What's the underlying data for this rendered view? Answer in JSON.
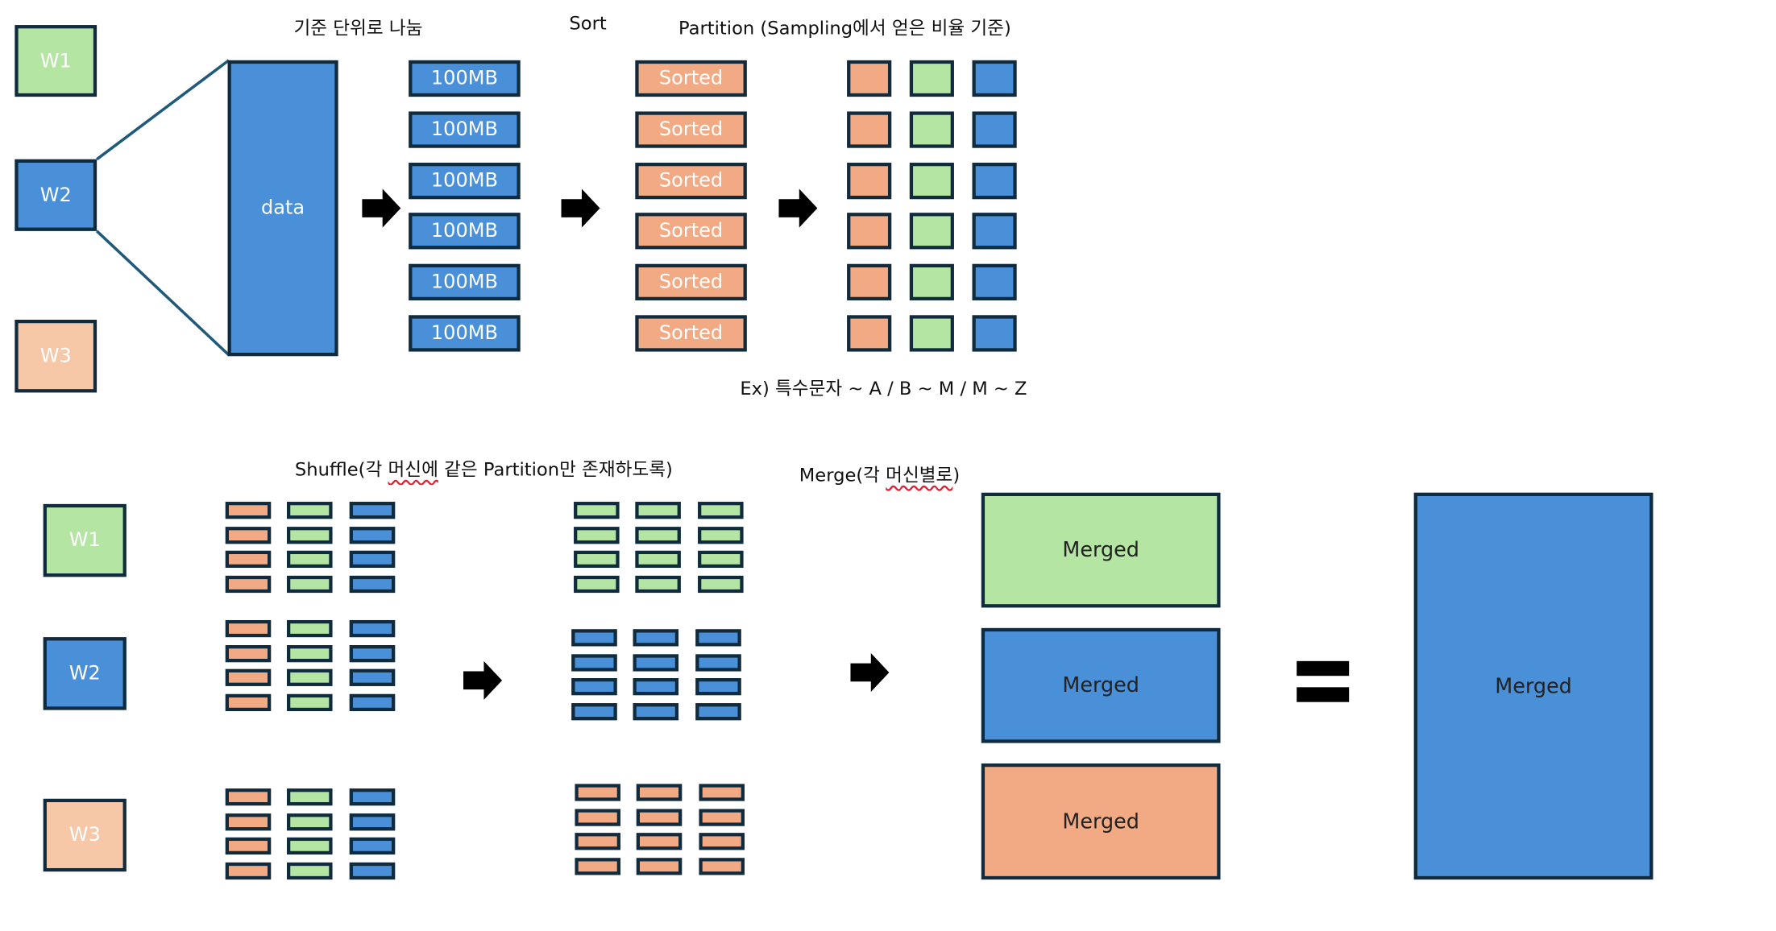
{
  "colors": {
    "green": "#b4e5a2",
    "blue": "#4a90d9",
    "orange": "#f2aa84",
    "peach": "#f7c8a8",
    "border": "#0f2b3d"
  },
  "top": {
    "workers": [
      "W1",
      "W2",
      "W3"
    ],
    "data_label": "data",
    "split_title": "기준 단위로 나눔",
    "sort_title": "Sort",
    "partition_title": "Partition (Sampling에서 얻은 비율 기준)",
    "chunk_label": "100MB",
    "sorted_label": "Sorted",
    "example": "Ex) 특수문자 ~ A / B ~ M / M ~ Z"
  },
  "bottom": {
    "workers": [
      "W1",
      "W2",
      "W3"
    ],
    "shuffle_title_a": "Shuffle(각 ",
    "shuffle_title_b": "머신에",
    "shuffle_title_c": " 같은 Partition만 존재하도록)",
    "merge_title_a": "Merge(각 ",
    "merge_title_b": "머신별로",
    "merge_title_c": ")",
    "merged_label": "Merged"
  }
}
